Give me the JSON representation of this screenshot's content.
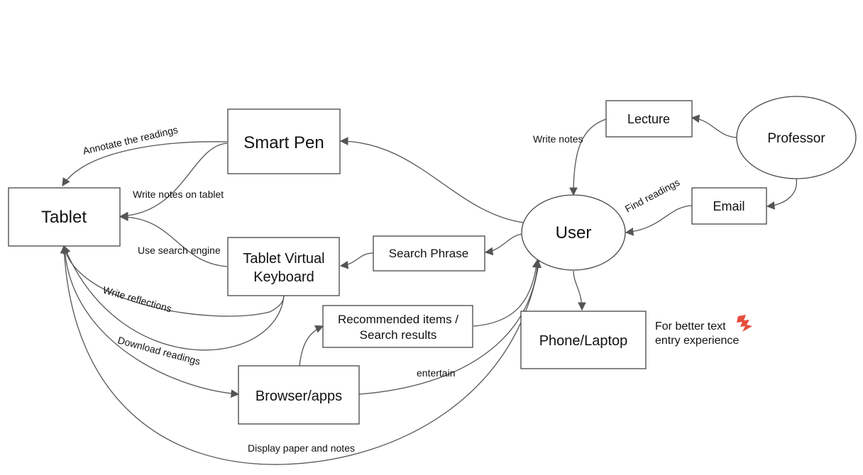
{
  "nodes": {
    "tablet": "Tablet",
    "smart_pen": "Smart Pen",
    "tablet_keyboard_line1": "Tablet Virtual",
    "tablet_keyboard_line2": "Keyboard",
    "search_phrase": "Search Phrase",
    "recommended_line1": "Recommended items /",
    "recommended_line2": "Search results",
    "browser_apps": "Browser/apps",
    "user": "User",
    "lecture": "Lecture",
    "professor": "Professor",
    "email": "Email",
    "phone_laptop": "Phone/Laptop"
  },
  "edges": {
    "annotate": "Annotate the readings",
    "write_notes_tablet": "Write notes on tablet",
    "use_search_engine": "Use search engine",
    "write_reflections": "Write reflections",
    "download_readings": "Download readings",
    "display_paper": "Display paper and notes",
    "entertain": "entertain",
    "write_notes": "Write notes",
    "find_readings": "Find readings"
  },
  "note": {
    "line1": "For better text",
    "line2": "entry experience",
    "icon": "lightning-icon",
    "icon_color": "#e74c3c"
  },
  "colors": {
    "stroke": "#555555",
    "text": "#111111"
  }
}
